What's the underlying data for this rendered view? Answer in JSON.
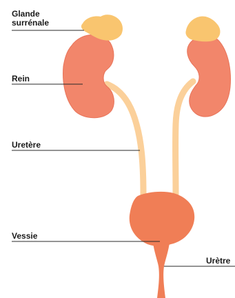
{
  "labels": {
    "adrenal_line1": "Glande",
    "adrenal_line2": "surrénale",
    "kidney": "Rein",
    "ureter": "Uretère",
    "bladder": "Vessie",
    "urethra": "Urètre"
  },
  "colors": {
    "kidney": "#f2866b",
    "kidney_shade": "#e8745a",
    "adrenal": "#f9c56f",
    "ureter": "#fbd09a",
    "bladder": "#f07e56",
    "leader_line": "#2a2a2a"
  }
}
